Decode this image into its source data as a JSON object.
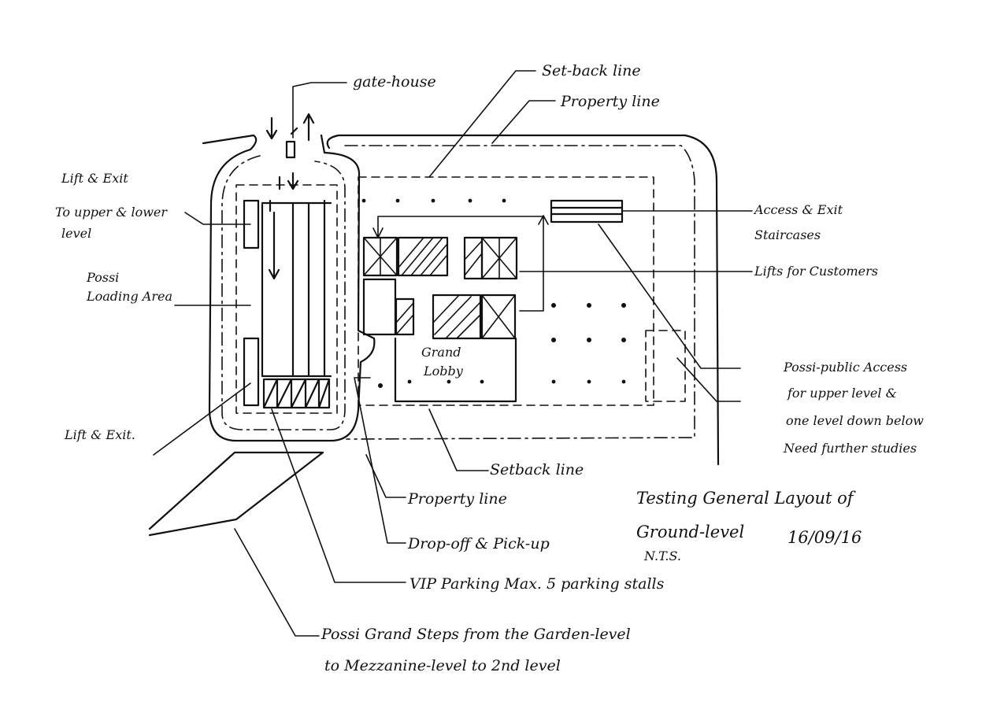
{
  "labels": {
    "gatehouse": "gate-house",
    "setback_top": "Set-back line",
    "property_top": "Property line",
    "lift_exit_top_1": "Lift & Exit",
    "lift_exit_top_2": "To upper & lower",
    "lift_exit_top_3": "level",
    "loading_1": "Possi",
    "loading_2": "Loading Area",
    "lift_exit_bottom": "Lift & Exit.",
    "access_exit_1": "Access & Exit",
    "access_exit_2": "Staircases",
    "lifts_customers": "Lifts for Customers",
    "public_1": "Possi-public Access",
    "public_2": "for upper level &",
    "public_3": "one level down below",
    "public_4": "Need further studies",
    "grand_lobby_1": "Grand",
    "grand_lobby_2": "Lobby",
    "setback_bottom": "Setback line",
    "property_bottom": "Property line",
    "dropoff": "Drop-off & Pick-up",
    "vip": "VIP Parking Max. 5 parking stalls",
    "grand_steps_1": "Possi Grand Steps from the Garden-level",
    "grand_steps_2": "to Mezzanine-level to 2nd level",
    "title_1": "Testing General Layout of",
    "title_2": "Ground-level",
    "date": "16/09/16",
    "scale": "N.T.S."
  }
}
